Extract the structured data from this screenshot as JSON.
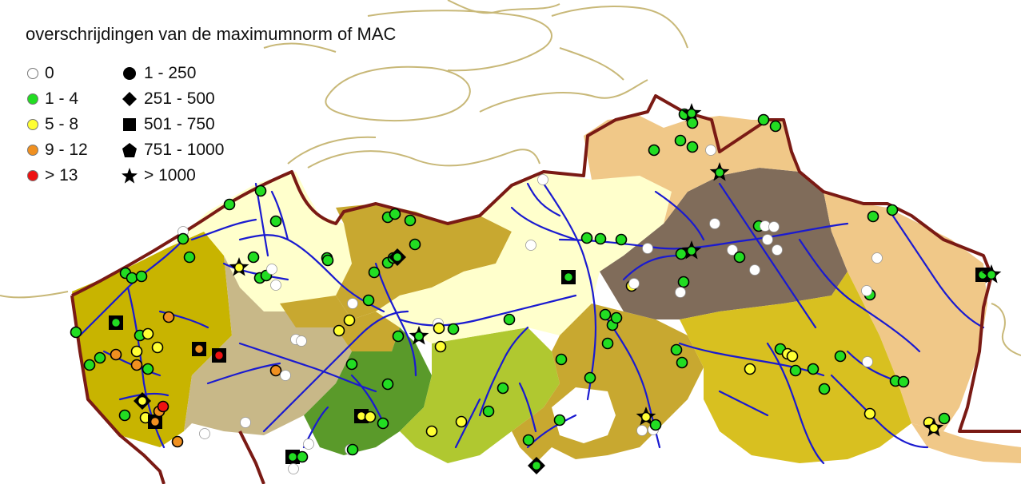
{
  "legend": {
    "title": "overschrijdingen van de maximumnorm of MAC",
    "count_classes": [
      {
        "label": "0",
        "color": "#ffffff"
      },
      {
        "label": "1 - 4",
        "color": "#22dd22"
      },
      {
        "label": "5 - 8",
        "color": "#ffff33"
      },
      {
        "label": "9 - 12",
        "color": "#f09020"
      },
      {
        "label": "> 13",
        "color": "#ee1111"
      }
    ],
    "size_classes": [
      {
        "label": "1 - 250",
        "shape": "circle-icon"
      },
      {
        "label": "251 - 500",
        "shape": "diamond-icon"
      },
      {
        "label": "501 - 750",
        "shape": "square-icon"
      },
      {
        "label": "751 - 1000",
        "shape": "pentagon-icon"
      },
      {
        "label": "> 1000",
        "shape": "star-icon"
      }
    ]
  },
  "colors": {
    "border": "#7a1a14",
    "coast": "#c8b878",
    "rivers": "#1a1ad0",
    "basins": [
      "#c8b400",
      "#ffffcc",
      "#c8a830",
      "#c8b888",
      "#5a9a2a",
      "#b0c830",
      "#f0c888",
      "#806c5a",
      "#d8c020"
    ]
  }
}
